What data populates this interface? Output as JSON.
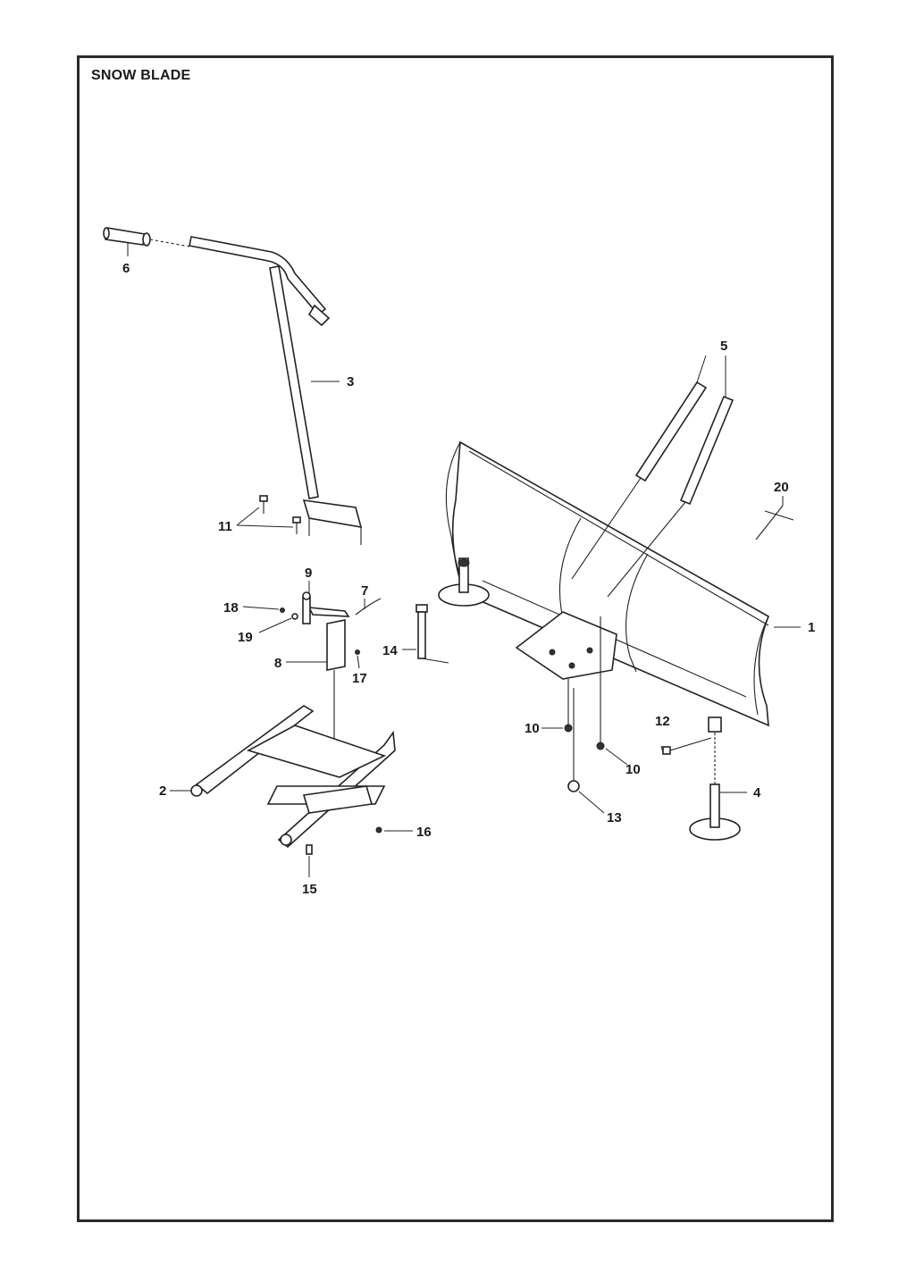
{
  "title": "SNOW BLADE",
  "callouts": {
    "c1": "1",
    "c2": "2",
    "c3": "3",
    "c4": "4",
    "c5": "5",
    "c6": "6",
    "c7": "7",
    "c8": "8",
    "c9": "9",
    "c10a": "10",
    "c10b": "10",
    "c11": "11",
    "c12": "12",
    "c13": "13",
    "c14": "14",
    "c15": "15",
    "c16": "16",
    "c17": "17",
    "c18": "18",
    "c19": "19",
    "c20": "20"
  }
}
